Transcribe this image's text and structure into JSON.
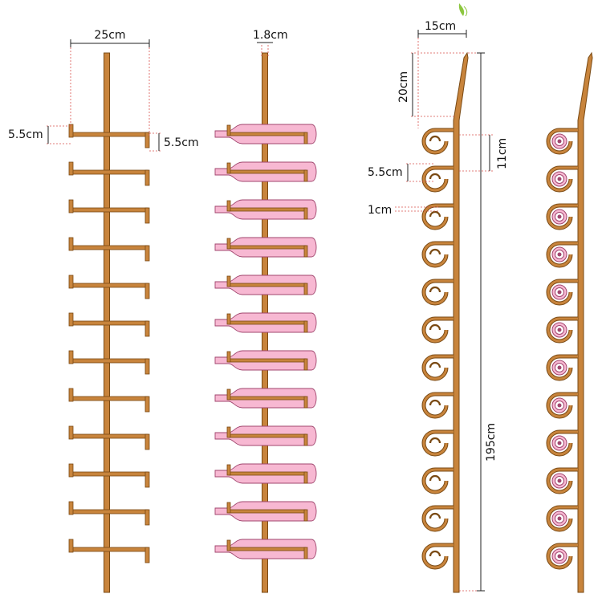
{
  "labels": {
    "front_width": "25cm",
    "arm_height": "5.5cm",
    "hook_height": "5.5cm",
    "rod_diameter": "1.8cm",
    "side_depth": "15cm",
    "top_height": "20cm",
    "spacing": "11cm",
    "ring_height": "5.5cm",
    "ring_gap": "1cm",
    "total_height": "195cm"
  },
  "rack": {
    "arm_count": 12,
    "colors": {
      "wood_fill": "#c8843c",
      "wood_outline": "#7a4a14",
      "bottle_fill": "#f7b8d2",
      "bottle_outline": "#a0466e",
      "guide": "#d9534f",
      "leaf": "#8cc63f"
    }
  }
}
